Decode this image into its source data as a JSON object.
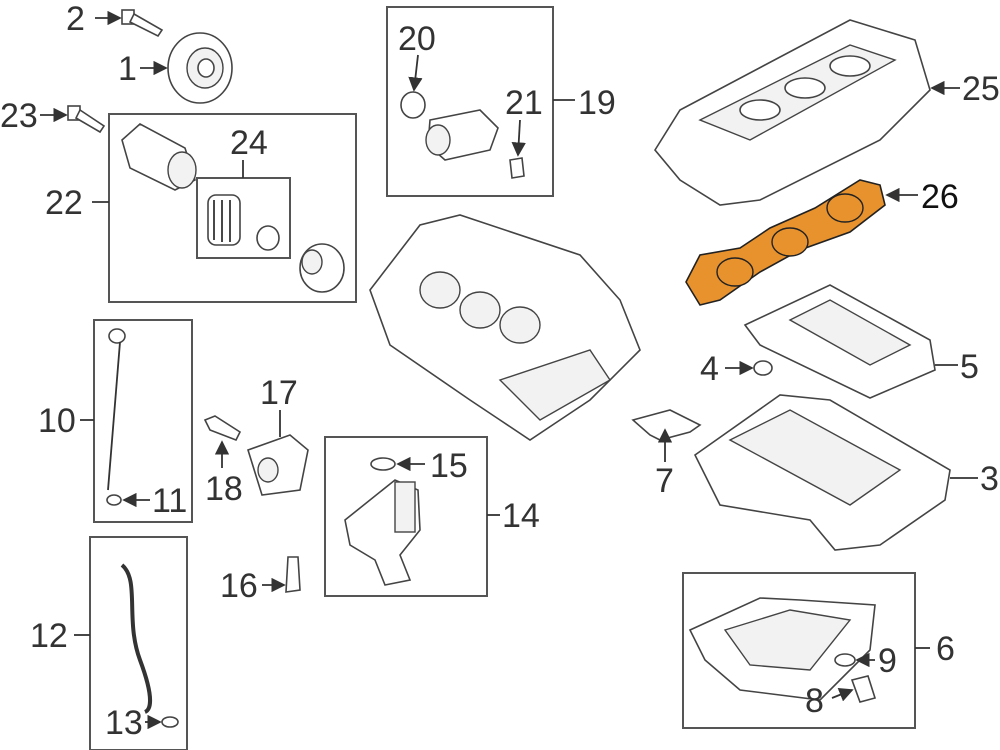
{
  "diagram": {
    "title": "Engine parts exploded view",
    "highlight_color": "#E8922E",
    "highlighted_part": "26",
    "callouts": {
      "c1": "1",
      "c2": "2",
      "c3": "3",
      "c4": "4",
      "c5": "5",
      "c6": "6",
      "c7": "7",
      "c8": "8",
      "c9": "9",
      "c10": "10",
      "c11": "11",
      "c12": "12",
      "c13": "13",
      "c14": "14",
      "c15": "15",
      "c16": "16",
      "c17": "17",
      "c18": "18",
      "c19": "19",
      "c20": "20",
      "c21": "21",
      "c22": "22",
      "c23": "23",
      "c24": "24",
      "c25": "25",
      "c26": "26"
    }
  }
}
